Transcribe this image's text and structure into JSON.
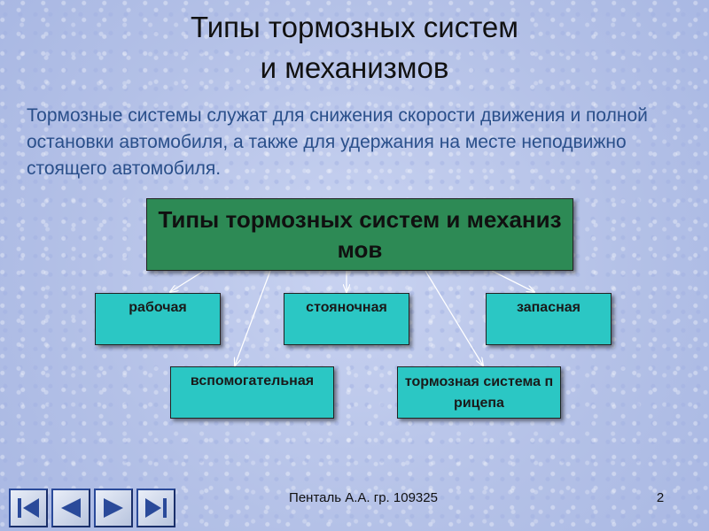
{
  "slide": {
    "title_line1": "Типы тормозных систем",
    "title_line2": "и механизмов",
    "description": "Тормозные системы служат для снижения скорости движения и полной остановки автомобиля, а также для удержания на месте неподвижно стоящего автомобиля."
  },
  "diagram": {
    "root": "Типы тормозных систем и механизмов",
    "children": [
      "рабочая",
      "стояночная",
      "запасная",
      "вспомогательная",
      "тормозная система прицепа"
    ]
  },
  "colors": {
    "root_fill": "#2d8a55",
    "child_fill": "#2bc7c4",
    "description_text": "#2a4f8a"
  },
  "nav": {
    "icons": [
      "first-slide-icon",
      "previous-slide-icon",
      "next-slide-icon",
      "last-slide-icon"
    ]
  },
  "footer": {
    "author": "Пенталь А.А. гр. 109325",
    "page_number": "2"
  }
}
